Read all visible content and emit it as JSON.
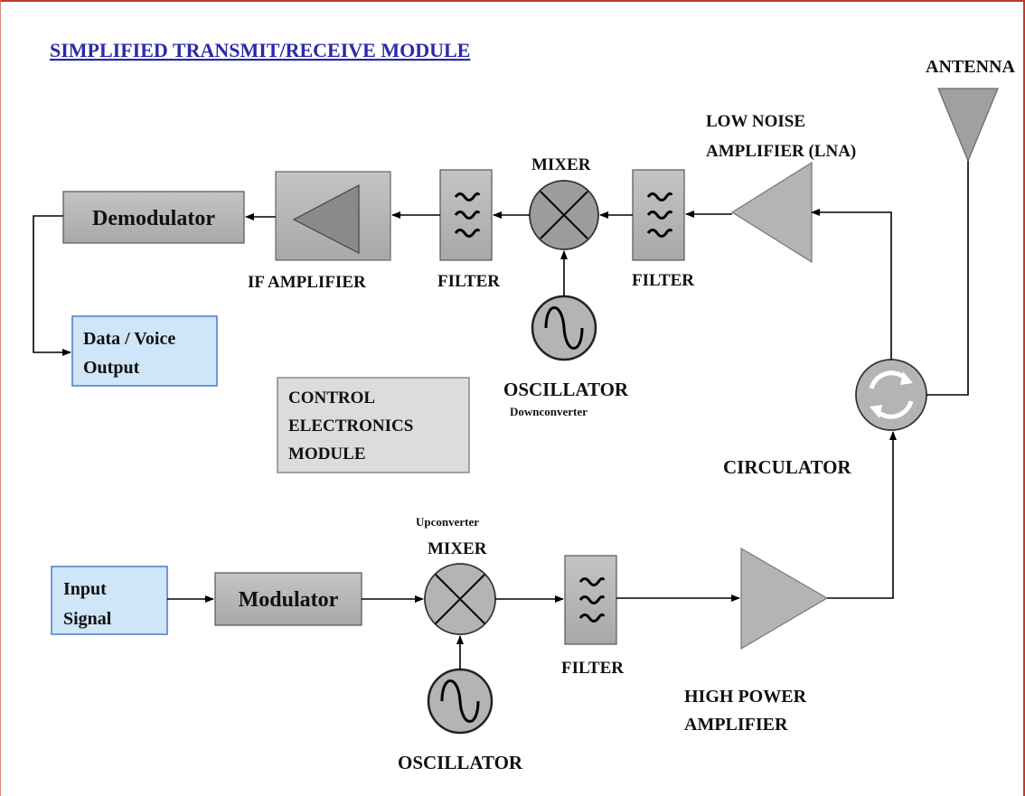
{
  "title": "SIMPLIFIED TRANSMIT/RECEIVE MODULE",
  "colors": {
    "title": "#2a2aa8",
    "block_gray": "#b4b4b4",
    "block_dark": "#9c9c9c",
    "io_blue": "#cfe5f8",
    "io_border": "#4a7bc8",
    "control_bg": "#dcdcdc",
    "frame_red": "#c0392b"
  },
  "labels": {
    "antenna": "ANTENNA",
    "lna_line1": "LOW NOISE",
    "lna_line2": "AMPLIFIER (LNA)",
    "rx_mixer": "MIXER",
    "rx_filter_left": "FILTER",
    "rx_filter_right": "FILTER",
    "if_amplifier": "IF AMPLIFIER",
    "demodulator": "Demodulator",
    "data_voice_line1": "Data / Voice",
    "data_voice_line2": "Output",
    "rx_oscillator": "OSCILLATOR",
    "downconverter": "Downconverter",
    "control_line1": "CONTROL",
    "control_line2": "ELECTRONICS",
    "control_line3": "MODULE",
    "circulator": "CIRCULATOR",
    "input_line1": "Input",
    "input_line2": "Signal",
    "modulator": "Modulator",
    "upconverter": "Upconverter",
    "tx_mixer": "MIXER",
    "tx_filter": "FILTER",
    "tx_oscillator": "OSCILLATOR",
    "hpa_line1": "HIGH POWER",
    "hpa_line2": "AMPLIFIER"
  },
  "icons": {
    "antenna": "antenna-triangle-icon",
    "amplifier": "amplifier-triangle-icon",
    "mixer": "mixer-cross-icon",
    "oscillator": "sine-wave-icon",
    "filter": "filter-wave-icon",
    "circulator": "circulator-arrows-icon"
  }
}
